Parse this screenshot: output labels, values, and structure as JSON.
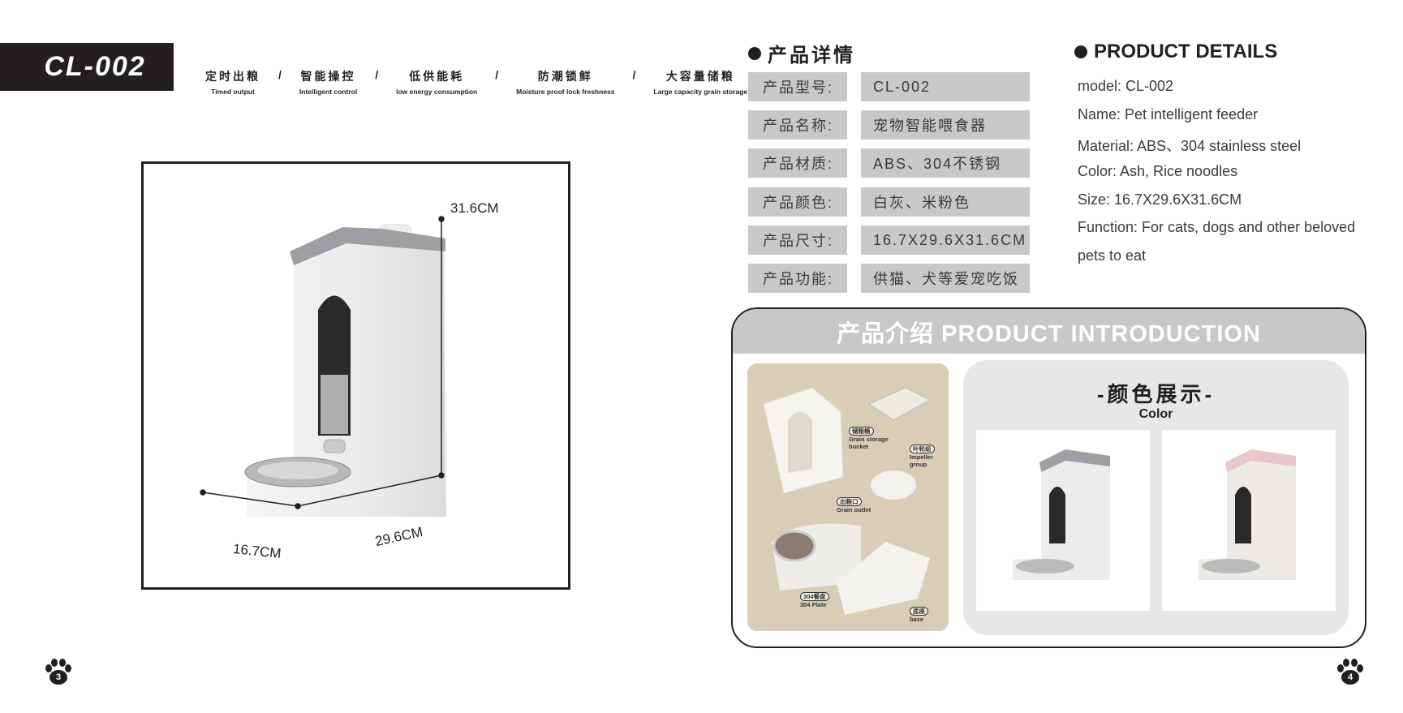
{
  "model": "CL-002",
  "features": [
    {
      "cn": "定时出粮",
      "en": "Timed output"
    },
    {
      "cn": "智能操控",
      "en": "Intelligent control"
    },
    {
      "cn": "低供能耗",
      "en": "low energy consumption"
    },
    {
      "cn": "防潮锁鲜",
      "en": "Moisture proof lock freshness"
    },
    {
      "cn": "大容量储粮",
      "en": "Large capacity grain storage"
    }
  ],
  "separator": "/",
  "dimensions": {
    "height": "31.6CM",
    "depth": "16.7CM",
    "width": "29.6CM"
  },
  "pages": {
    "left": "3",
    "right": "4"
  },
  "details_cn": {
    "heading": "产品详情",
    "rows": [
      {
        "label": "产品型号:",
        "value": "CL-002"
      },
      {
        "label": "产品名称:",
        "value": "宠物智能喂食器"
      },
      {
        "label": "产品材质:",
        "value": "ABS、304不锈钢"
      },
      {
        "label": "产品颜色:",
        "value": "白灰、米粉色"
      },
      {
        "label": "产品尺寸:",
        "value": "16.7X29.6X31.6CM"
      },
      {
        "label": "产品功能:",
        "value": "供猫、犬等爱宠吃饭"
      }
    ]
  },
  "details_en": {
    "heading": "PRODUCT DETAILS",
    "lines": [
      "model: CL-002",
      "Name: Pet intelligent feeder",
      "Material: ABS、304 stainless steel",
      "Color: Ash, Rice noodles",
      "Size: 16.7X29.6X31.6CM",
      "Function: For cats, dogs and other beloved",
      "pets to eat"
    ]
  },
  "intro": {
    "heading": "产品介绍 PRODUCT INTRODUCTION",
    "parts": [
      {
        "cn": "储粮桶",
        "en": "Grain storage bucket"
      },
      {
        "cn": "叶轮组",
        "en": "Impeller group"
      },
      {
        "cn": "出粮口",
        "en": "Grain outlet"
      },
      {
        "cn": "304餐盘",
        "en": "304 Plate"
      },
      {
        "cn": "底座",
        "en": "base"
      }
    ],
    "color_title": "-颜色展示-",
    "color_sub": "Color",
    "color_variants": [
      {
        "name": "Ash",
        "roof": "#9d9fa2"
      },
      {
        "name": "Rice noodles",
        "roof": "#e9c6cc"
      }
    ]
  }
}
